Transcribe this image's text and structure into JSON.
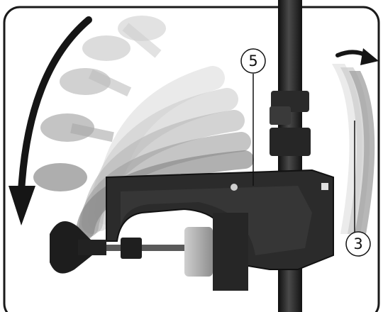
{
  "callouts": [
    {
      "id": "5",
      "label": "5"
    },
    {
      "id": "3",
      "label": "3"
    }
  ],
  "colors": {
    "frame": "#1a1a1a",
    "pole": "#1b1b1b",
    "bracket_dark": "#2b2b2b",
    "bracket_ghost": "#8a8a8a",
    "arrow": "#151515",
    "background": "#ffffff"
  },
  "icons": {
    "rotation_arrow_left": "curved-arrow-down-icon",
    "rotation_arrow_right": "curved-arrow-right-icon"
  }
}
